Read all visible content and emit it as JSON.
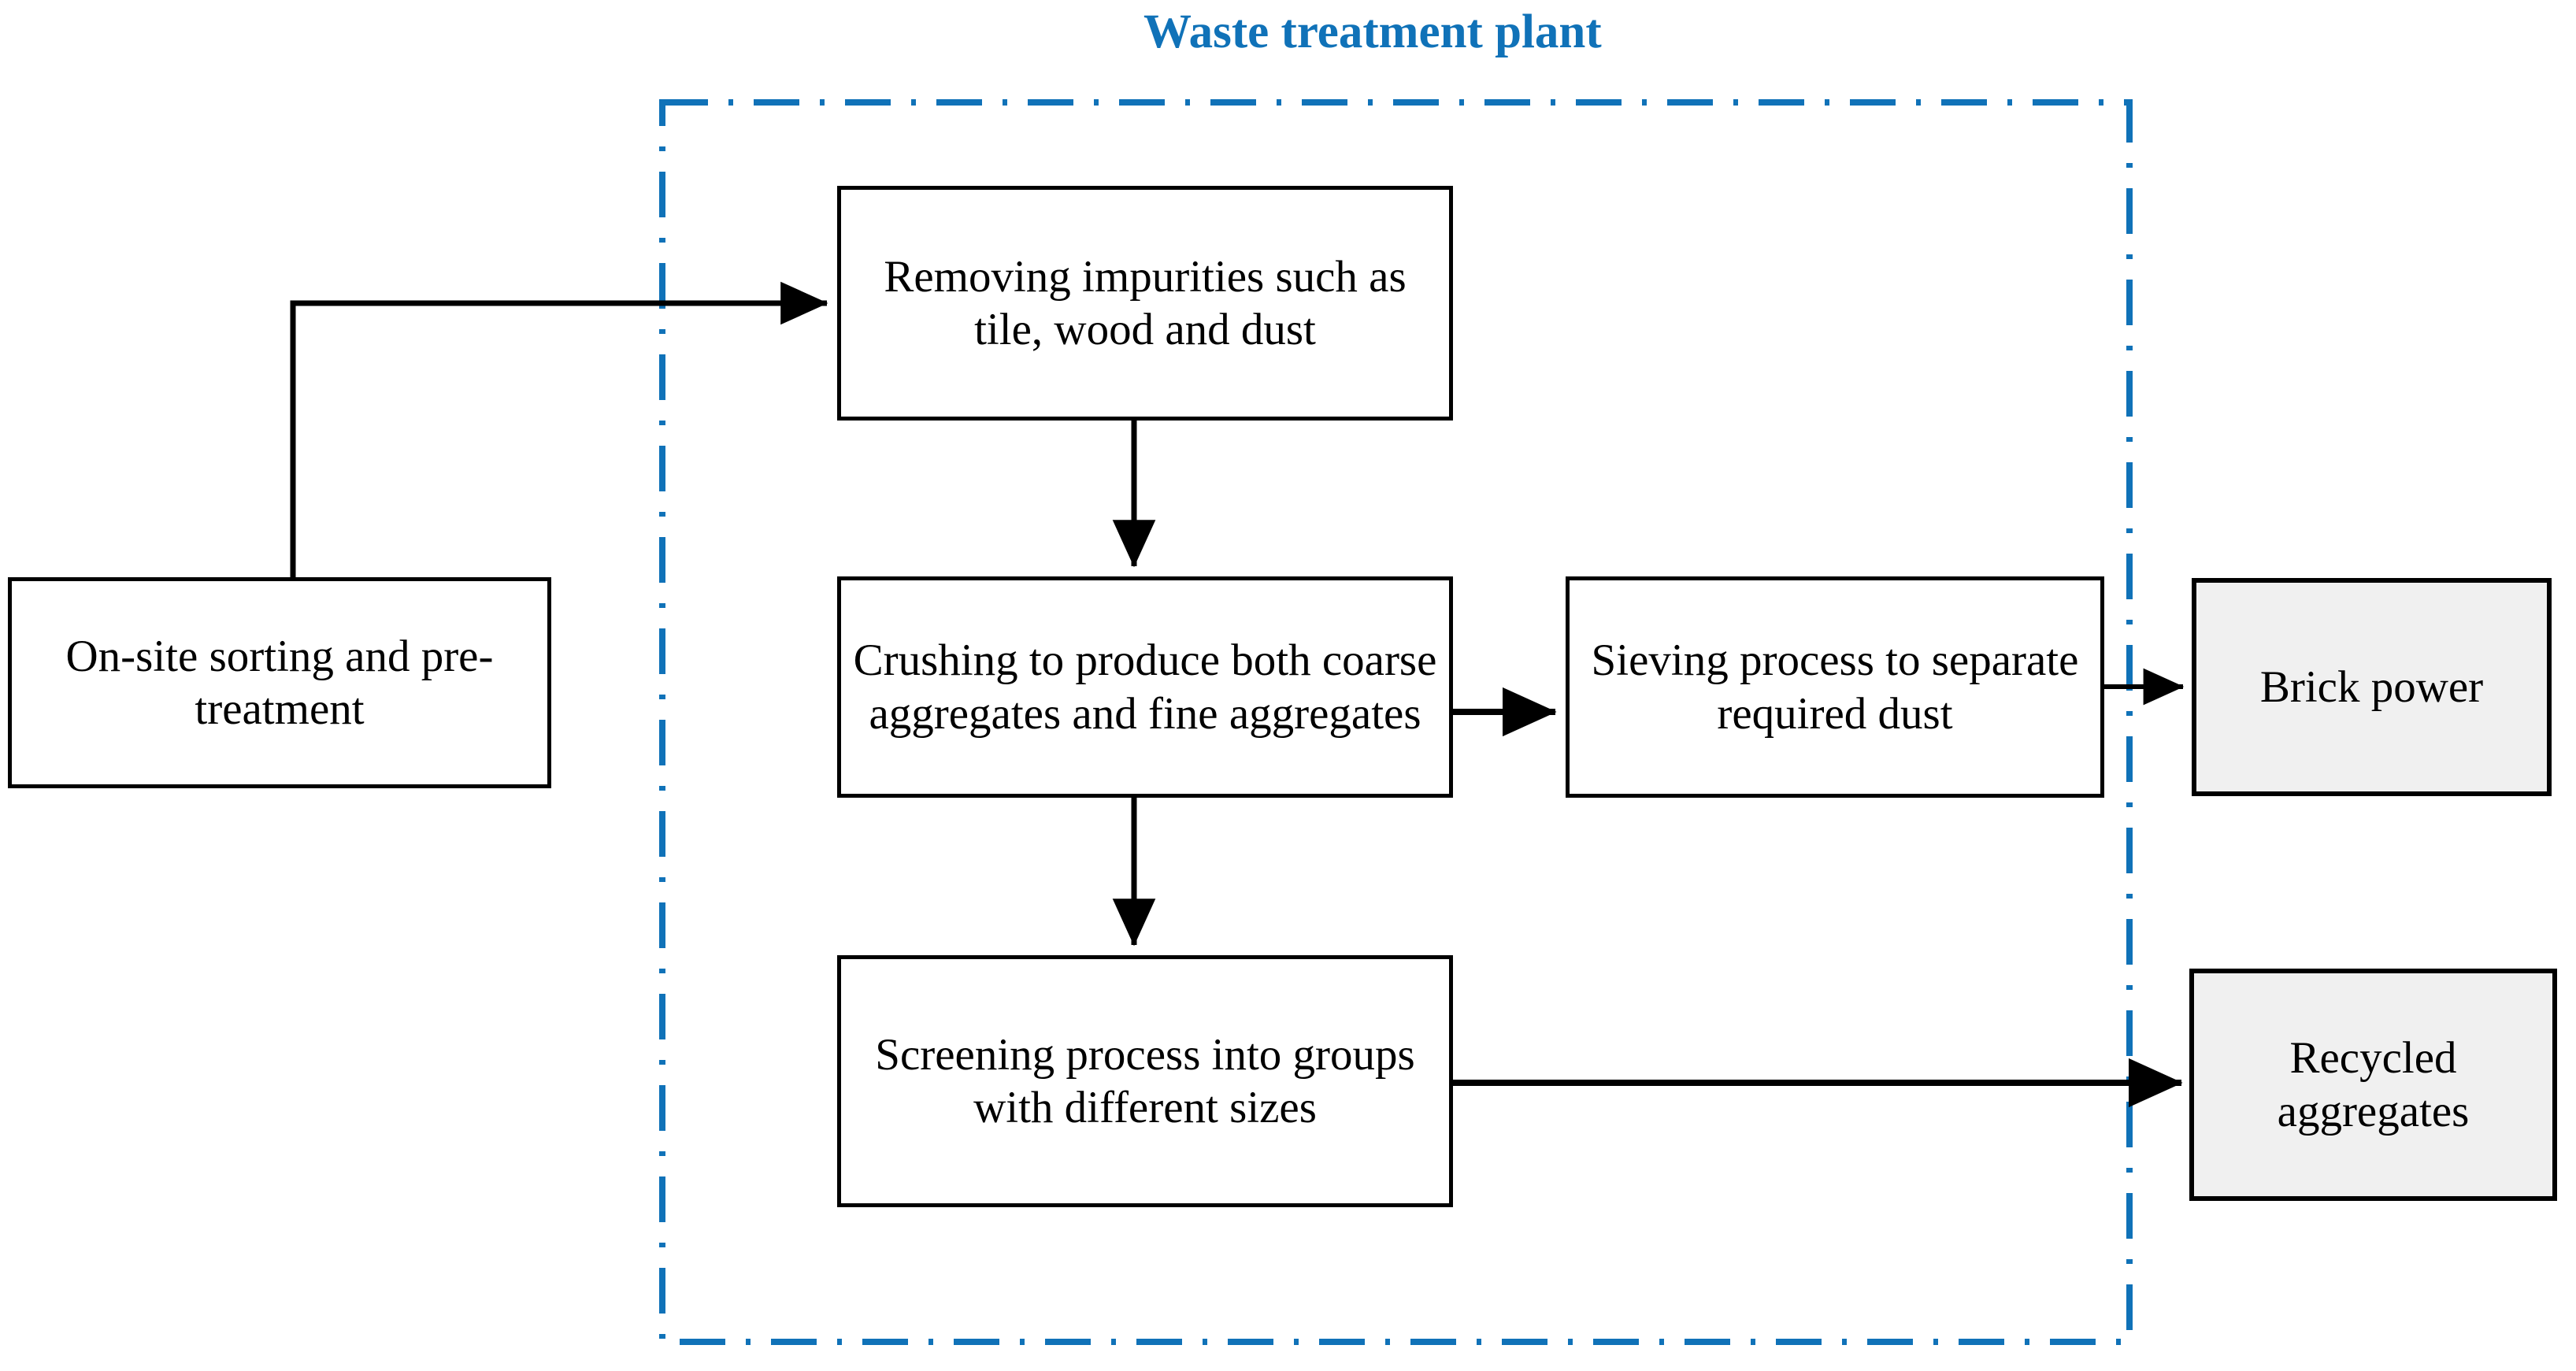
{
  "diagram": {
    "title": "Waste treatment plant",
    "title_color": "#1072B8",
    "boundary": {
      "label": "waste-treatment-plant-boundary",
      "style": "dash-dot",
      "color": "#1072B8"
    },
    "nodes": [
      {
        "id": "onsite",
        "text": "On-site sorting and pre-treatment",
        "kind": "process",
        "fill": "#FFFFFF",
        "inside_plant": false
      },
      {
        "id": "removing",
        "text": "Removing impurities such as tile, wood and dust",
        "kind": "process",
        "fill": "#FFFFFF",
        "inside_plant": true
      },
      {
        "id": "crushing",
        "text": "Crushing to produce both coarse aggregates and fine aggregates",
        "kind": "process",
        "fill": "#FFFFFF",
        "inside_plant": true
      },
      {
        "id": "screening",
        "text": "Screening process into groups with different sizes",
        "kind": "process",
        "fill": "#FFFFFF",
        "inside_plant": true
      },
      {
        "id": "sieving",
        "text": "Sieving process to separate required dust",
        "kind": "process",
        "fill": "#FFFFFF",
        "inside_plant": true
      },
      {
        "id": "brick",
        "text": "Brick power",
        "kind": "output",
        "fill": "#F0F0F0",
        "inside_plant": false
      },
      {
        "id": "recycled",
        "text": "Recycled aggregates",
        "kind": "output",
        "fill": "#F0F0F0",
        "inside_plant": false
      }
    ],
    "edges": [
      {
        "from": "onsite",
        "to": "removing",
        "style": "elbow-up-right",
        "arrow": true
      },
      {
        "from": "removing",
        "to": "crushing",
        "style": "straight-down",
        "arrow": true
      },
      {
        "from": "crushing",
        "to": "sieving",
        "style": "straight-right",
        "arrow": true
      },
      {
        "from": "crushing",
        "to": "screening",
        "style": "straight-down",
        "arrow": true
      },
      {
        "from": "sieving",
        "to": "brick",
        "style": "straight-right",
        "arrow": true
      },
      {
        "from": "screening",
        "to": "recycled",
        "style": "straight-right",
        "arrow": true
      }
    ]
  }
}
